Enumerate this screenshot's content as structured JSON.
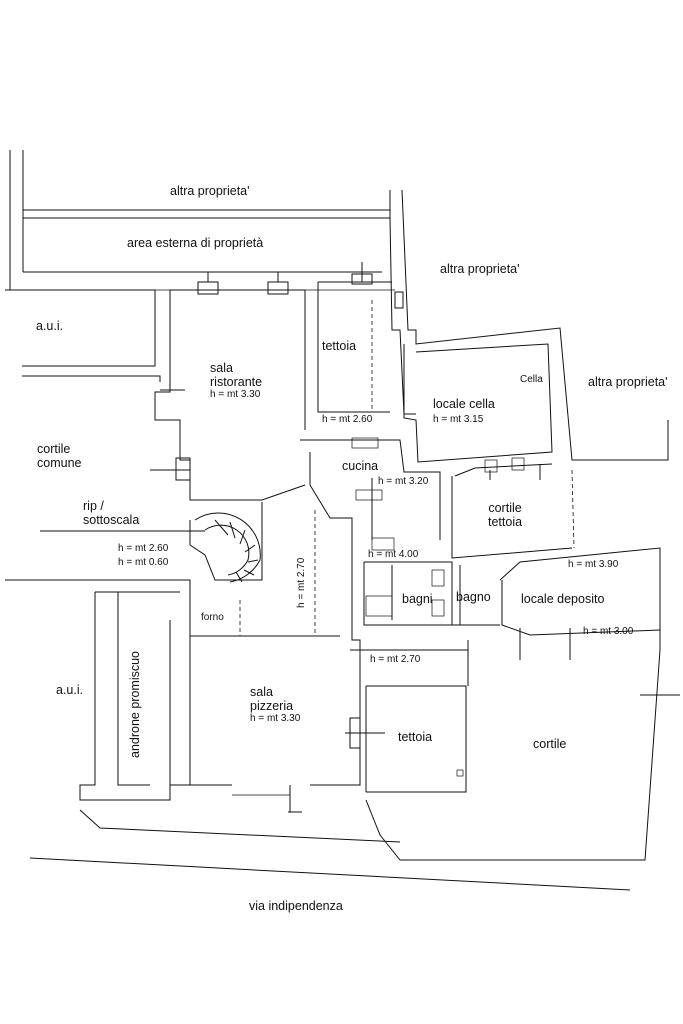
{
  "labels": {
    "altra_proprieta_top": "altra proprieta'",
    "area_esterna": "area esterna di proprietà",
    "altra_proprieta_right1": "altra proprieta'",
    "altra_proprieta_right2": "altra proprieta'",
    "aui_top": "a.u.i.",
    "aui_bottom": "a.u.i.",
    "sala_ristorante_1": "sala",
    "sala_ristorante_2": "ristorante",
    "sala_ristorante_h": "h = mt 3.30",
    "tettoia_top": "tettoia",
    "locale_cella": "locale cella",
    "locale_cella_h": "h = mt 3.15",
    "cella": "Cella",
    "h_260_top": "h = mt 2.60",
    "cucina": "cucina",
    "cucina_h": "h = mt 3.20",
    "cortile_comune_1": "cortile",
    "cortile_comune_2": "comune",
    "rip_1": "rip /",
    "rip_2": "sottoscala",
    "h_260_stair": "h = mt 2.60",
    "h_060_stair": "h = mt 0.60",
    "cortile_tettoia_1": "cortile",
    "cortile_tettoia_2": "tettoia",
    "h_400": "h = mt 4.00",
    "h_270_vert": "h = mt 2.70",
    "forno": "forno",
    "bagni": "bagni",
    "bagno": "bagno",
    "locale_deposito": "locale deposito",
    "h_390": "h = mt 3.90",
    "h_300": "h = mt 3.00",
    "h_270": "h = mt 2.70",
    "androne": "androne promiscuo",
    "sala_pizzeria_1": "sala",
    "sala_pizzeria_2": "pizzeria",
    "sala_pizzeria_h": "h = mt 3.30",
    "tettoia_bottom": "tettoia",
    "cortile": "cortile",
    "via": "via indipendenza"
  }
}
